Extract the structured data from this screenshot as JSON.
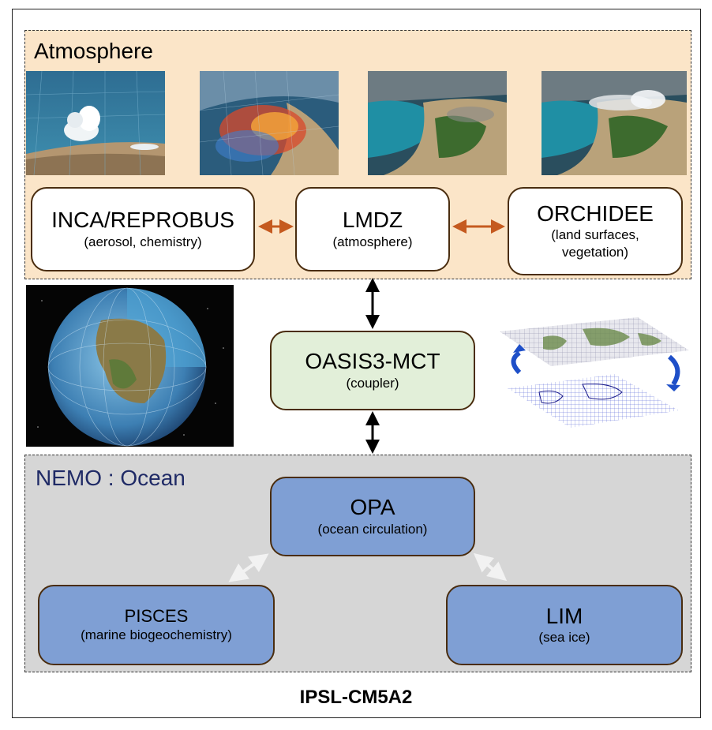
{
  "atmosphere": {
    "title": "Atmosphere",
    "models": [
      {
        "name": "INCA/REPROBUS",
        "desc": "(aerosol, chemistry)"
      },
      {
        "name": "LMDZ",
        "desc": "(atmosphere)"
      },
      {
        "name": "ORCHIDEE",
        "desc_line1": "(land surfaces,",
        "desc_line2": "vegetation)"
      }
    ]
  },
  "coupler": {
    "name": "OASIS3-MCT",
    "desc": "(coupler)"
  },
  "ocean": {
    "title": "NEMO : Ocean",
    "models": [
      {
        "name": "OPA",
        "desc": "(ocean circulation)"
      },
      {
        "name": "PISCES",
        "desc": "(marine biogeochemistry)"
      },
      {
        "name": "LIM",
        "desc": "(sea ice)"
      }
    ]
  },
  "footer": {
    "label": "IPSL-CM5A2"
  },
  "colors": {
    "atmosphere_bg": "#fbe5c8",
    "ocean_bg": "#d6d6d6",
    "coupler_fill": "#e2efd9",
    "ocean_box_fill": "#7f9fd4",
    "atm_arrow": "#c55a1f",
    "ocean_arrow": "#f2f2f2"
  }
}
